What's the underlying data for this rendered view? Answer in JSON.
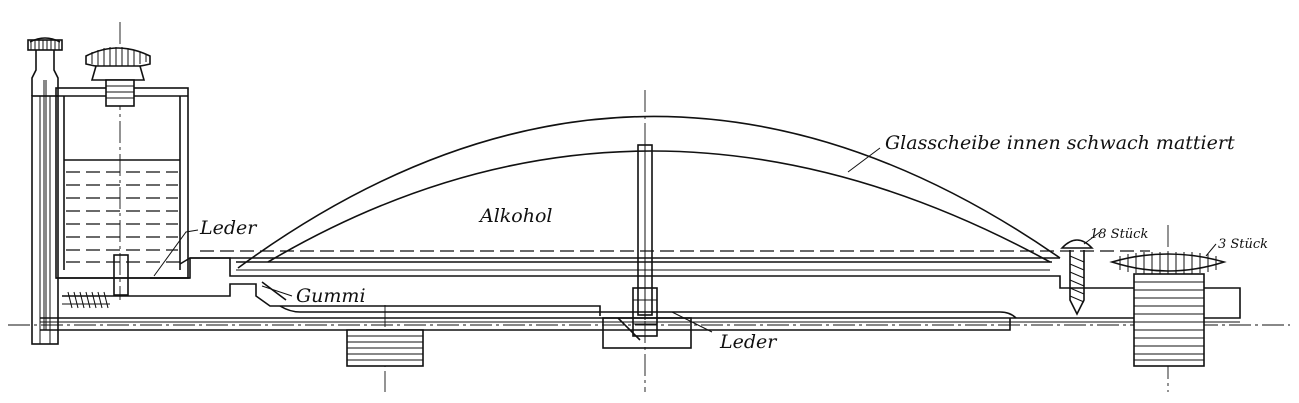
{
  "labels": {
    "glass": "Glasscheibe innen schwach mattiert",
    "alcohol": "Alkohol",
    "leather_top": "Leder",
    "rubber": "Gummi",
    "leather_bottom": "Leder",
    "screws_18": "18 Stück",
    "screws_3": "3 Stück"
  }
}
